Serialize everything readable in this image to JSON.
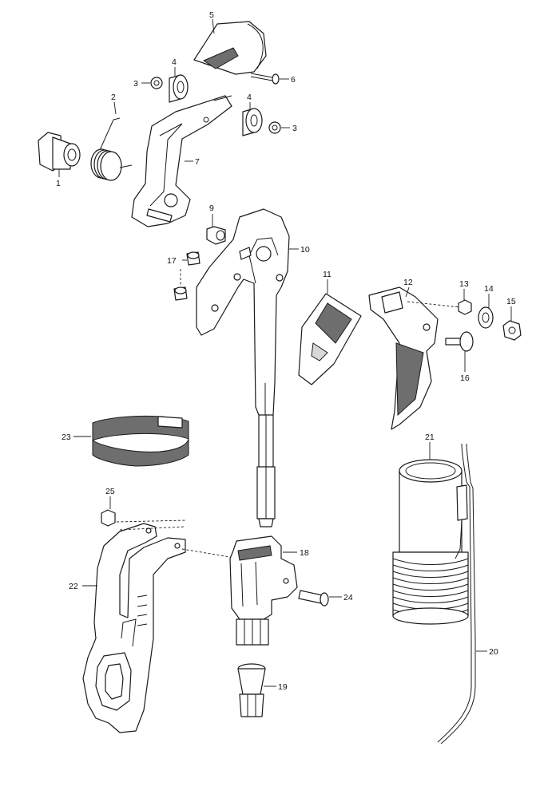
{
  "callouts": {
    "c1": "1",
    "c2": "2",
    "c3a": "3",
    "c3b": "3",
    "c4a": "4",
    "c4b": "4",
    "c5": "5",
    "c6": "6",
    "c7": "7",
    "c9": "9",
    "c10": "10",
    "c11": "11",
    "c12": "12",
    "c13": "13",
    "c14": "14",
    "c15": "15",
    "c16": "16",
    "c17": "17",
    "c18": "18",
    "c19": "19",
    "c20": "20",
    "c21": "21",
    "c22": "22",
    "c23": "23",
    "c24": "24",
    "c25": "25"
  },
  "colors": {
    "line": "#1a1a1a",
    "shade": "#6e6e6e",
    "fill": "#ffffff"
  }
}
